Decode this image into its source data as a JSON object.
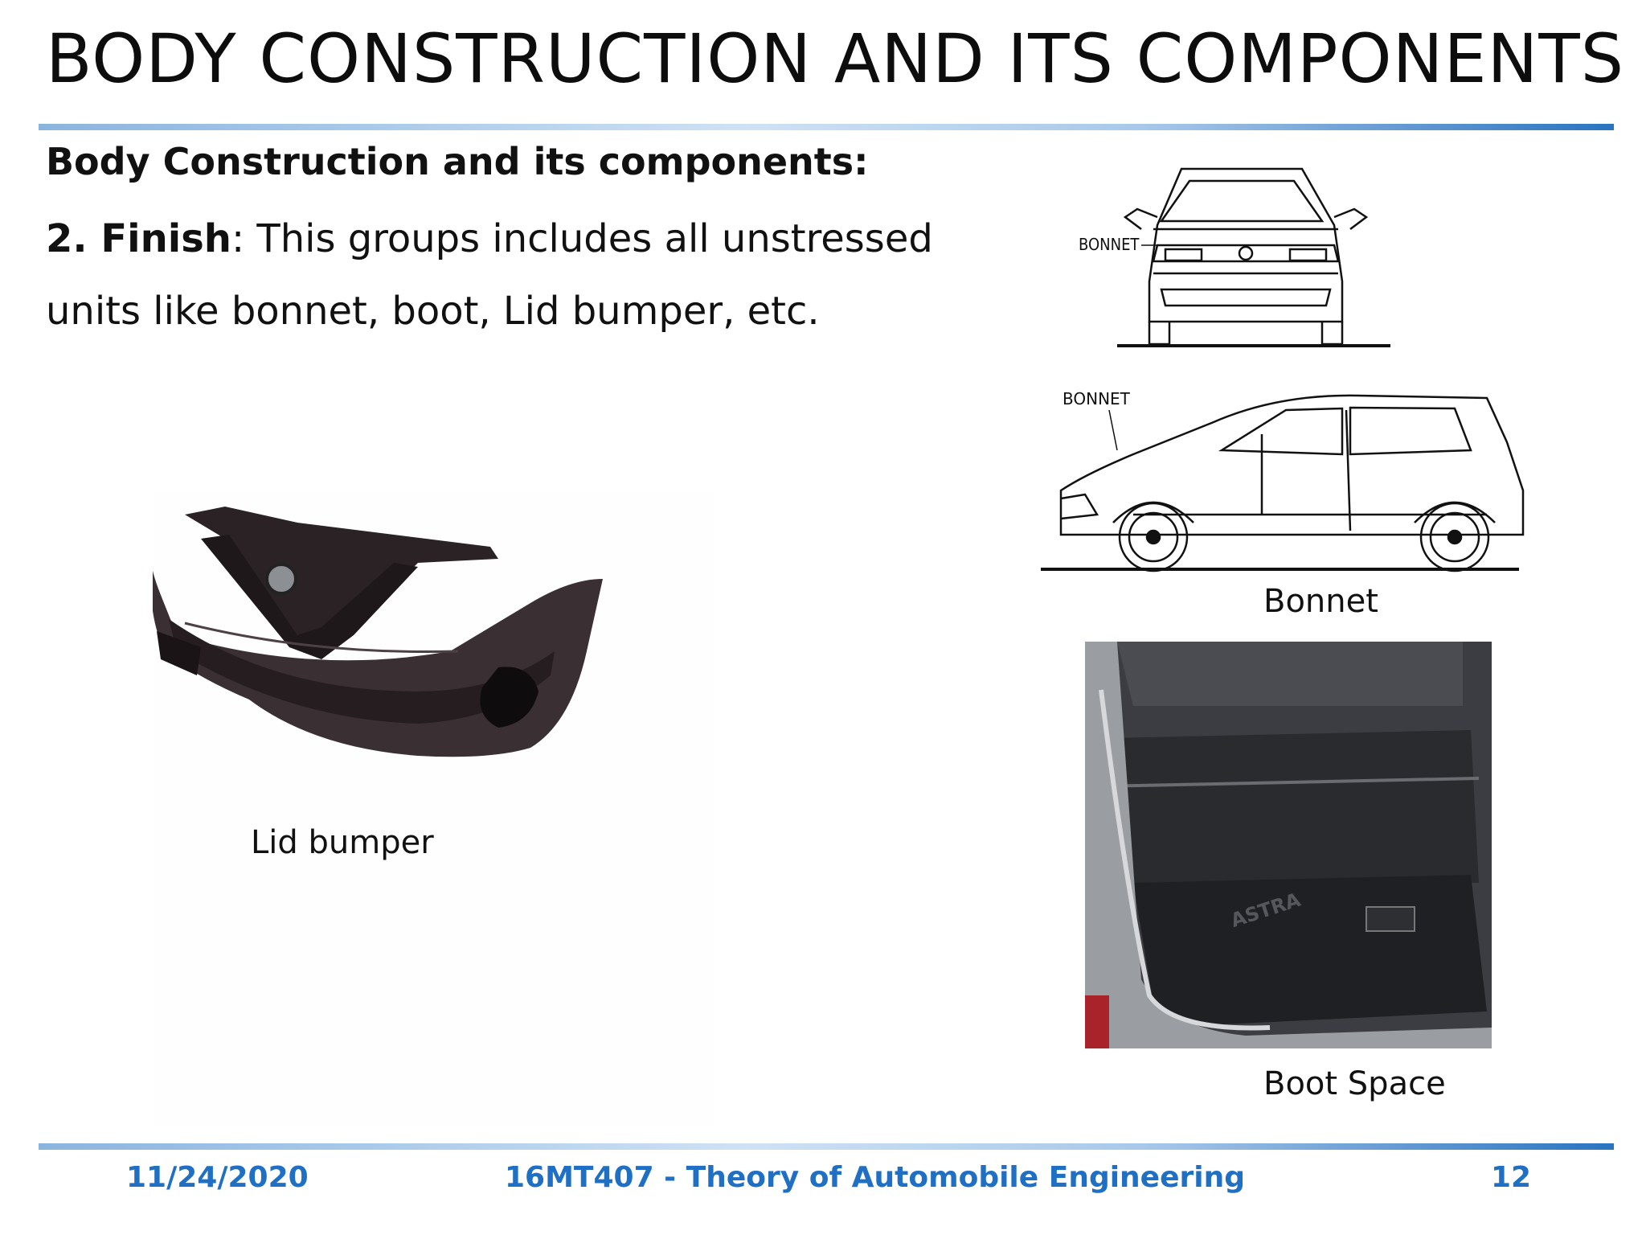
{
  "title": "BODY CONSTRUCTION AND ITS COMPONENTS",
  "heading": "Body Construction and its components:",
  "finish": {
    "label": "2. Finish",
    "text": ": This groups includes all unstressed units like bonnet, boot, Lid bumper, etc."
  },
  "figures": {
    "lid_bumper_caption": "Lid bumper",
    "bonnet_caption": "Bonnet",
    "boot_caption": "Boot Space",
    "bonnet_label_front": "BONNET",
    "bonnet_label_side": "BONNET",
    "boot_badge": "ASTRA"
  },
  "footer": {
    "date": "11/24/2020",
    "course": "16MT407 - Theory of Automobile Engineering",
    "page": "12"
  },
  "colors": {
    "footer_text": "#1f6fc4",
    "rule_end": "#2a74c0",
    "bumper": "#2b2226"
  }
}
